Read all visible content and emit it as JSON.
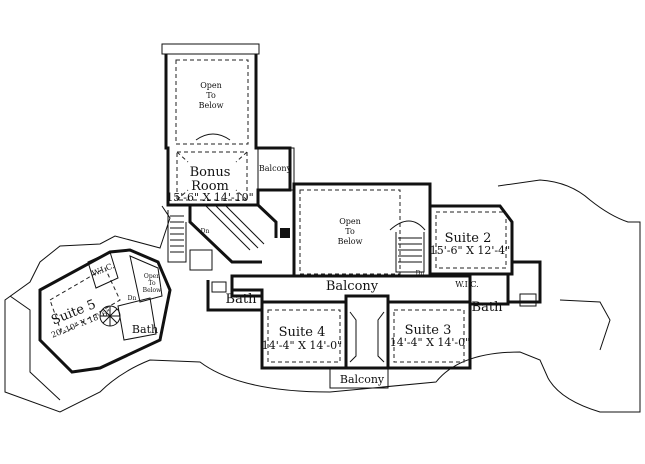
{
  "rooms": {
    "open_to_below_top": [
      "Open",
      "To",
      "Below"
    ],
    "bonus_room": {
      "name_line1": "Bonus",
      "name_line2": "Room",
      "dims": "15'-6\" X 14'-10\""
    },
    "balcony_upper": "Balcony",
    "open_to_below_center": [
      "Open",
      "To",
      "Below"
    ],
    "suite2": {
      "name": "Suite 2",
      "dims": "15'-6\" X 12'-4\""
    },
    "balcony_main": "Balcony",
    "bath_left": "Bath",
    "bath_right": "Bath",
    "wic_right": "W.I.C.",
    "suite4": {
      "name": "Suite 4",
      "dims": "14'-4\" X 14'-0\""
    },
    "suite3": {
      "name": "Suite 3",
      "dims": "14'-4\" X 14'-0\""
    },
    "balcony_bottom": "Balcony",
    "suite5": {
      "name": "Suite 5",
      "dims": "20'-10\" X 18'-6\""
    },
    "wic_left": "W.I.C.",
    "bath_suite5": "Bath",
    "open_to_below_small": [
      "Open",
      "To",
      "Below"
    ],
    "dn_labels": [
      "Dn",
      "Dn",
      "Dn"
    ]
  },
  "colors": {
    "line": "#111111",
    "background": "#ffffff"
  }
}
